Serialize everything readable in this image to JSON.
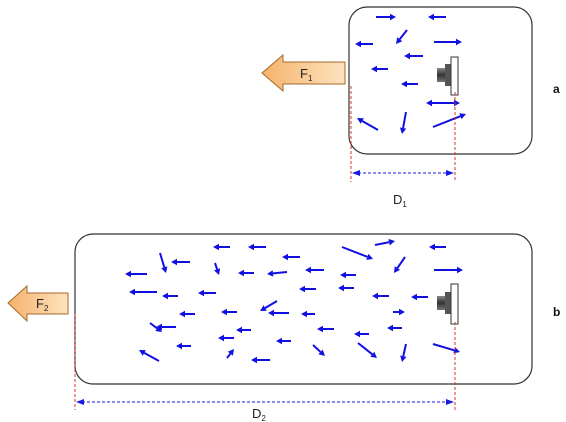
{
  "panels": [
    {
      "id": "a",
      "panel_label": "a",
      "force_label": "F",
      "force_subscript": "1",
      "distance_label": "D",
      "distance_subscript": "1"
    },
    {
      "id": "b",
      "panel_label": "b",
      "force_label": "F",
      "force_subscript": "2",
      "distance_label": "D",
      "distance_subscript": "2"
    }
  ],
  "colors": {
    "molecule_arrow": "#1010e0",
    "force_arrow_fill": "#fcd9a8",
    "force_arrow_stroke": "#a56a2a",
    "dimension_line": "#1a1ae0",
    "boundary_line": "#e03030",
    "container_stroke": "#333333",
    "piston": "#444444"
  },
  "icons": {
    "force_arrow": "big-left-arrow-icon",
    "piston": "piston-icon",
    "molecule": "small-blue-arrow-icon"
  }
}
